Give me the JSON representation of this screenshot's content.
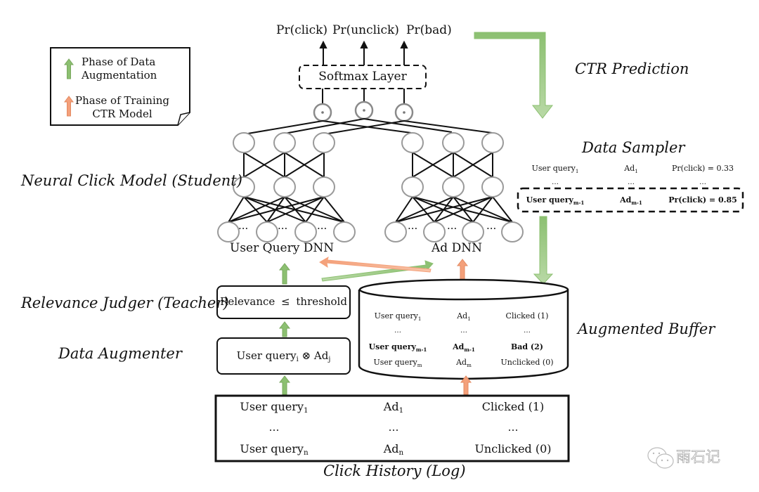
{
  "legend": {
    "items": [
      {
        "label_line1": "Phase of Data",
        "label_line2": "Augmentation",
        "arrow_color": "#8cc071",
        "icon": "up-arrow-green"
      },
      {
        "label_line1": "Phase of Training",
        "label_line2": "CTR Model",
        "arrow_color": "#f4a07a",
        "icon": "up-arrow-orange"
      }
    ]
  },
  "outputs": [
    "Pr(click)",
    "Pr(unclick)",
    "Pr(bad)"
  ],
  "softmax_label": "Softmax Layer",
  "dot_product_symbol": "⊙",
  "section_labels": {
    "ctr_prediction": "CTR Prediction",
    "neural_click_model": "Neural Click Model  (Student)",
    "relevance_judger": "Relevance Judger (Teacher)",
    "data_augmenter": "Data Augmenter",
    "data_sampler": "Data Sampler",
    "augmented_buffer": "Augmented Buffer",
    "click_history": "Click History (Log)"
  },
  "towers": {
    "left_label": "User Query DNN",
    "right_label": "Ad DNN",
    "ellipsis": "···"
  },
  "relevance_box": {
    "text_left": "Relevance",
    "operator": "≤",
    "text_right": "threshold"
  },
  "augmenter_box": {
    "query": "User query",
    "query_sub": "i",
    "operator": "⊗",
    "ad": "Ad",
    "ad_sub": "j"
  },
  "data_sampler": {
    "rows": [
      {
        "query": "User query",
        "query_sub": "1",
        "ad": "Ad",
        "ad_sub": "1",
        "prob": "Pr(click)  = 0.33",
        "bold": false
      },
      {
        "query": "…",
        "query_sub": "",
        "ad": "…",
        "ad_sub": "",
        "prob": "…",
        "bold": false
      },
      {
        "query": "User query",
        "query_sub": "m-1",
        "ad": "Ad",
        "ad_sub": "m-1",
        "prob": "Pr(click) = 0.85",
        "bold": true
      }
    ]
  },
  "augmented_buffer": {
    "rows": [
      {
        "query": "User query",
        "query_sub": "1",
        "ad": "Ad",
        "ad_sub": "1",
        "label": "Clicked  (1)",
        "bold": false
      },
      {
        "query": "…",
        "query_sub": "",
        "ad": "…",
        "ad_sub": "",
        "label": "…",
        "bold": false
      },
      {
        "query": "User query",
        "query_sub": "m-1",
        "ad": "Ad",
        "ad_sub": "m-1",
        "label": "Bad (2)",
        "bold": true
      },
      {
        "query": "User query",
        "query_sub": "m",
        "ad": "Ad",
        "ad_sub": "m",
        "label": "Unclicked (0)",
        "bold": false
      }
    ]
  },
  "click_history": {
    "rows": [
      {
        "query": "User query",
        "query_sub": "1",
        "ad": "Ad",
        "ad_sub": "1",
        "label": "Clicked (1)"
      },
      {
        "query": "…",
        "query_sub": "",
        "ad": "…",
        "ad_sub": "",
        "label": "…"
      },
      {
        "query": "User query",
        "query_sub": "n",
        "ad": "Ad",
        "ad_sub": "n",
        "label": "Unclicked (0)"
      }
    ]
  },
  "watermark": {
    "text": "雨石记",
    "icon": "wechat-icon"
  },
  "colors": {
    "green_arrow": "#8cc071",
    "green_arrow_light": "#b9d9a6",
    "orange_arrow": "#f4a07a",
    "orange_arrow_light": "#f8c4a8",
    "node_stroke": "#9a9a9a",
    "line": "#111111"
  }
}
